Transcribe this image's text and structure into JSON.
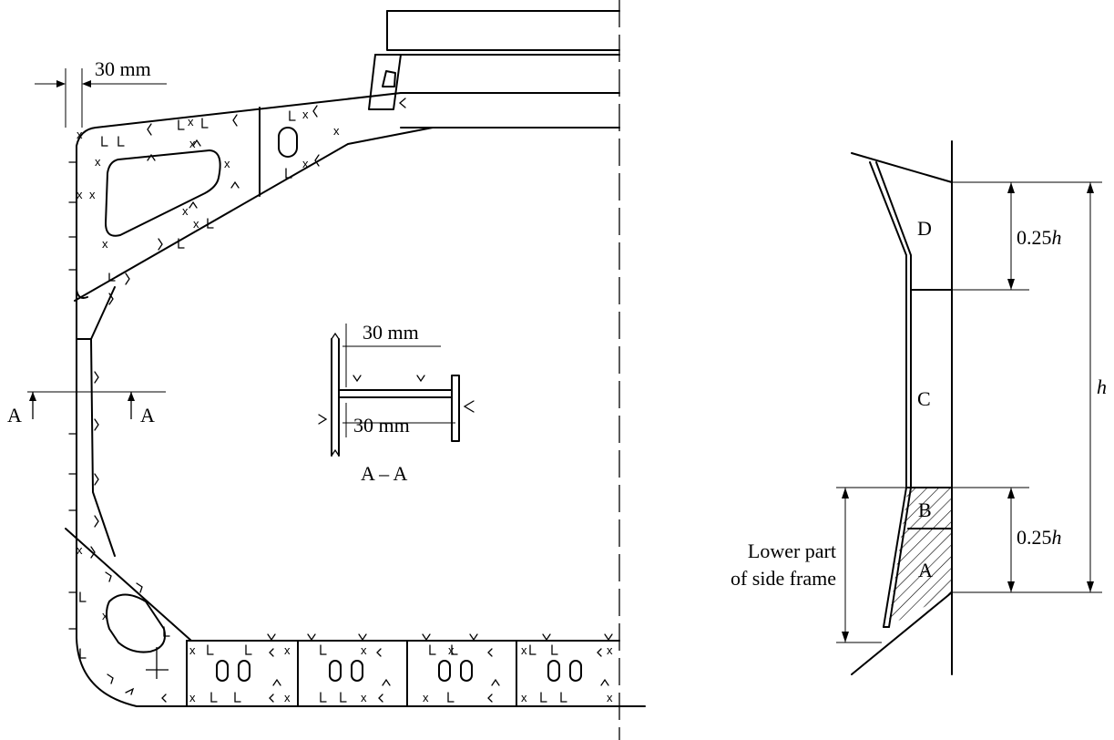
{
  "dimensions": {
    "top_weld": "30 mm",
    "section_upper": "30 mm",
    "section_lower": "30 mm"
  },
  "section": {
    "marker_left": "A",
    "marker_right": "A",
    "title": "A – A"
  },
  "zones": {
    "d": "D",
    "c": "C",
    "b": "B",
    "a": "A"
  },
  "heights": {
    "upper_quarter_num": "0.25",
    "lower_quarter_num": "0.25",
    "var": "h",
    "total": "h"
  },
  "caption": {
    "line1": "Lower part",
    "line2": "of side frame"
  },
  "weld_marks": {
    "cross": "x"
  }
}
